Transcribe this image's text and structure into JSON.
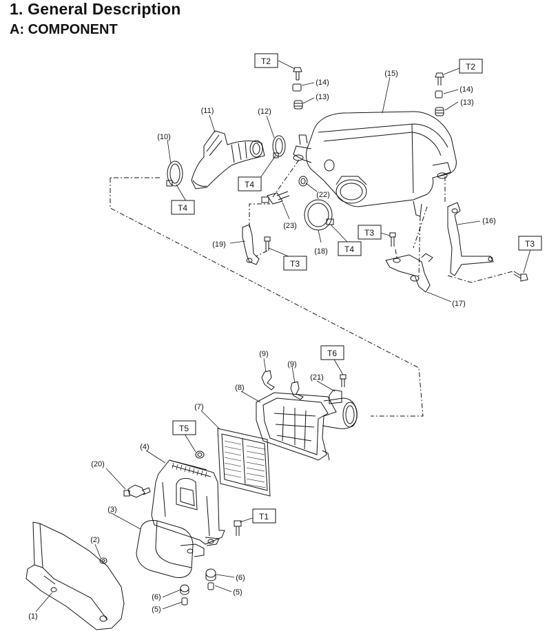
{
  "header": {
    "section_title": "1.  General Description",
    "subsection_title": "A:  COMPONENT"
  },
  "torque_labels": {
    "t1": "T1",
    "t2a": "T2",
    "t2b": "T2",
    "t3a": "T3",
    "t3b": "T3",
    "t3c": "T3",
    "t4a": "T4",
    "t4b": "T4",
    "t4c": "T4",
    "t5": "T5",
    "t6": "T6"
  },
  "callouts": {
    "c1": "(1)",
    "c2": "(2)",
    "c3": "(3)",
    "c4": "(4)",
    "c5a": "(5)",
    "c5b": "(5)",
    "c6a": "(6)",
    "c6b": "(6)",
    "c7": "(7)",
    "c8": "(8)",
    "c9a": "(9)",
    "c9b": "(9)",
    "c10": "(10)",
    "c11": "(11)",
    "c12": "(12)",
    "c13a": "(13)",
    "c13b": "(13)",
    "c14a": "(14)",
    "c14b": "(14)",
    "c15": "(15)",
    "c16": "(16)",
    "c17": "(17)",
    "c18": "(18)",
    "c19": "(19)",
    "c20": "(20)",
    "c21": "(21)",
    "c22": "(22)",
    "c23": "(23)"
  }
}
